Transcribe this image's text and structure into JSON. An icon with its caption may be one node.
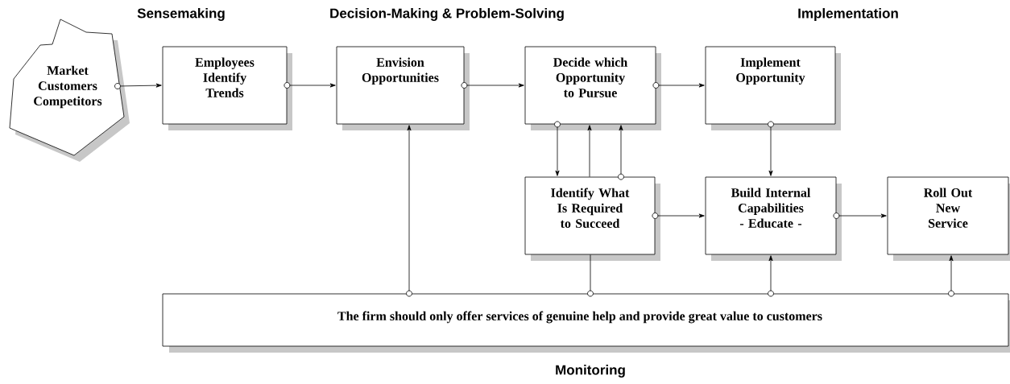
{
  "diagram": {
    "nodes": [
      {
        "text": [
          "Market Customers Competitors"
        ]
      },
      {
        "text": [
          "Employees Identify Trends"
        ]
      },
      {
        "text": [
          "Envision Opportunities"
        ]
      },
      {
        "text": [
          "Decide which Opportunity to Pursue"
        ]
      },
      {
        "text": [
          "Implement Opportunity"
        ]
      },
      {
        "text": [
          "Identify What Is Required to Succeed"
        ]
      },
      {
        "text": [
          "Build Internal Capabilities - Educate -"
        ]
      },
      {
        "text": [
          "Roll Out New Service"
        ]
      },
      {
        "text": [
          "The firm should only offer services of genuine help and provide great value to customers"
        ],
        "beside": [
          "Monitoring"
        ]
      }
    ],
    "edges": [
      {
        "from": 0,
        "to": 1,
        "arrow": "to"
      },
      {
        "from": 1,
        "to": 2,
        "arrow": "to"
      },
      {
        "from": 2,
        "to": 3,
        "arrow": "to"
      },
      {
        "from": 3,
        "to": 4,
        "arrow": "to"
      },
      {
        "from": 3,
        "to": 5,
        "arrow": "to"
      },
      {
        "from": 5,
        "to": 3,
        "arrow": "to"
      },
      {
        "from": 5,
        "to": 3,
        "arrow": "to"
      },
      {
        "from": 4,
        "to": 6,
        "arrow": "to"
      },
      {
        "from": 5,
        "to": 6,
        "arrow": "to"
      },
      {
        "from": 6,
        "to": 7,
        "arrow": "to"
      },
      {
        "from": 8,
        "to": 2,
        "arrow": "to"
      },
      {
        "from": 8,
        "to": 5,
        "arrow": "none"
      },
      {
        "from": 8,
        "to": 6,
        "arrow": "to"
      },
      {
        "from": 8,
        "to": 7,
        "arrow": "to"
      }
    ],
    "labels": [
      "Sensemaking",
      "Decision-Making & Problem-Solving",
      "Implementation"
    ]
  }
}
